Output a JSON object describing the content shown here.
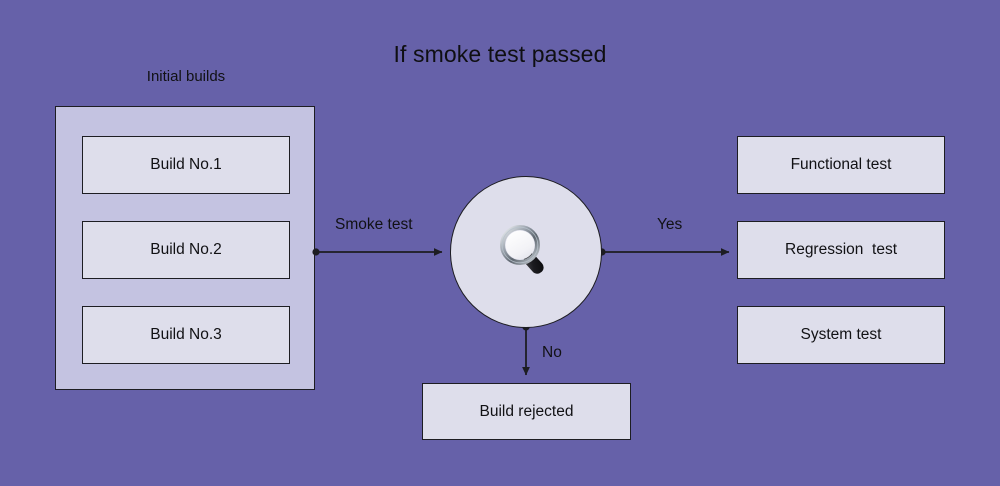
{
  "diagram": {
    "title": "If smoke test passed",
    "background_color": "#6661a9",
    "node_fill": "#dedeeb",
    "group_fill": "#c4c3e1",
    "stroke_color": "#1d1d22",
    "group": {
      "label": "Initial builds",
      "items": [
        {
          "label": "Build No.1"
        },
        {
          "label": "Build No.2"
        },
        {
          "label": "Build No.3"
        }
      ]
    },
    "decision": {
      "icon": "magnifying-glass-icon",
      "label": ""
    },
    "outcomes": [
      {
        "label": "Functional test"
      },
      {
        "label": "Regression  test"
      },
      {
        "label": "System test"
      }
    ],
    "rejected": {
      "label": "Build rejected"
    },
    "edges": [
      {
        "label": "Smoke test",
        "from": "initial-builds-group",
        "to": "smoke-test-decision"
      },
      {
        "label": "Yes",
        "from": "smoke-test-decision",
        "to": "regression-test"
      },
      {
        "label": "No",
        "from": "smoke-test-decision",
        "to": "build-rejected"
      }
    ]
  }
}
